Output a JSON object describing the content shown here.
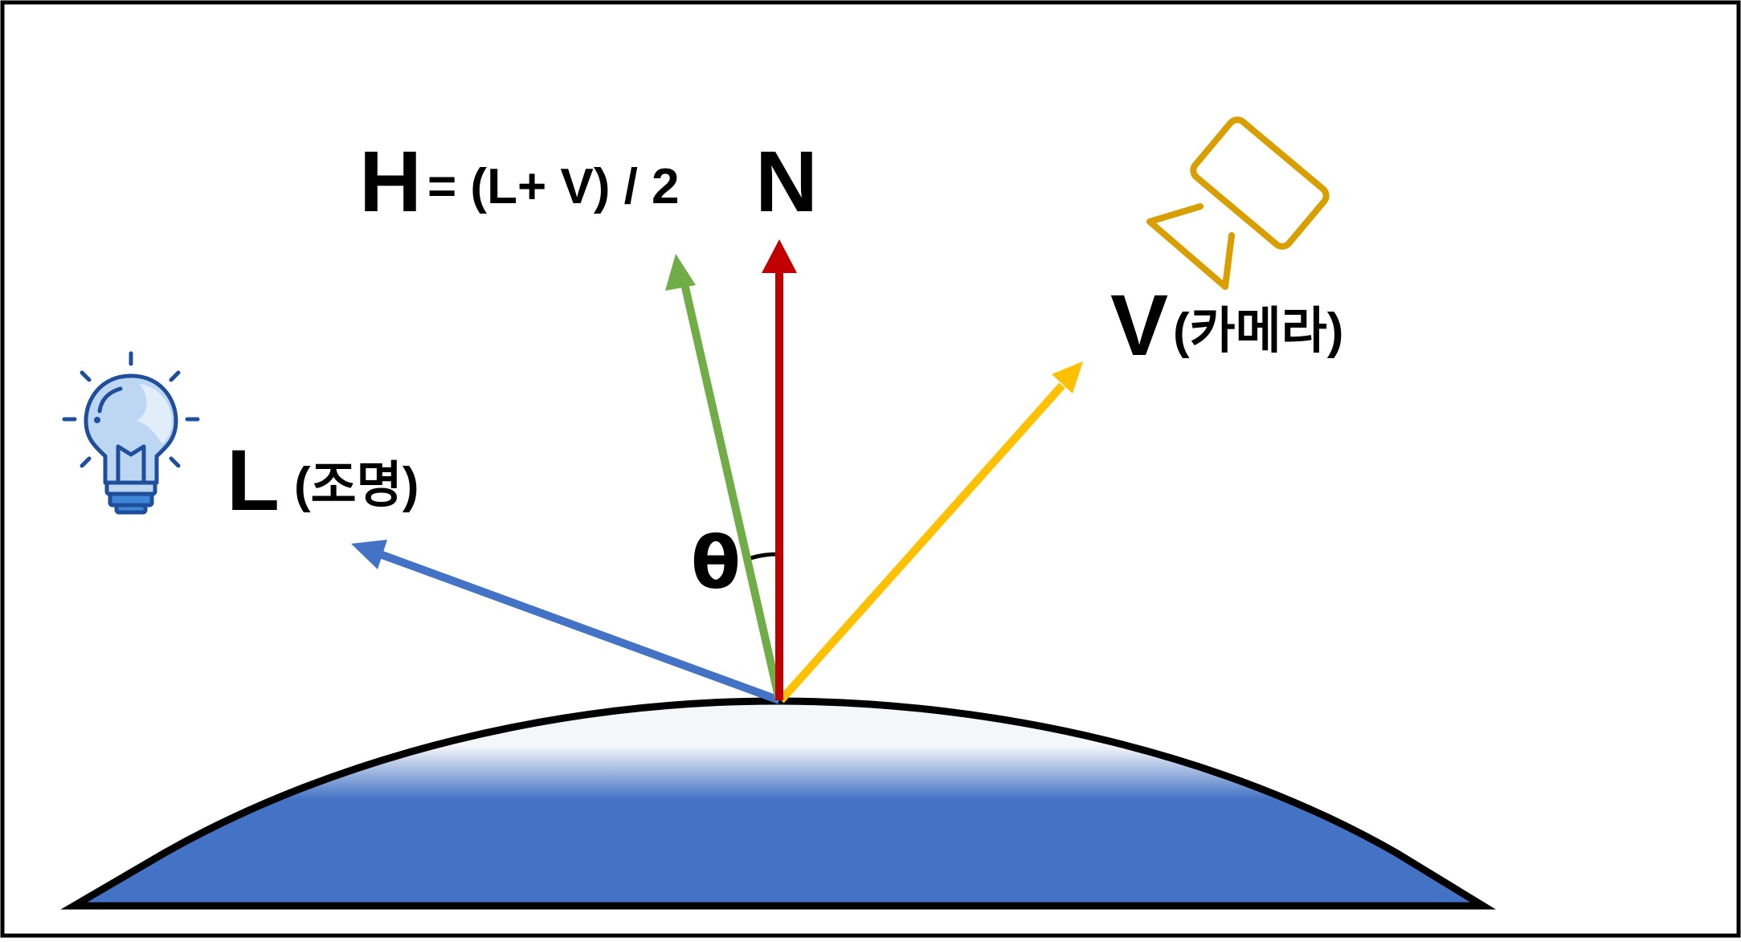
{
  "diagram": {
    "labels": {
      "h": "H",
      "h_formula": "= (L+ V) / 2",
      "n": "N",
      "v": "V",
      "v_note": "(카메라)",
      "l": "L",
      "l_note": "(조명)",
      "theta": "θ"
    },
    "vectors": {
      "light": {
        "symbol": "L",
        "color": "#4472C4"
      },
      "half": {
        "symbol": "H",
        "color": "#70AD47"
      },
      "normal": {
        "symbol": "N",
        "color": "#C00000"
      },
      "view": {
        "symbol": "V",
        "color": "#FFC000"
      }
    },
    "surface_colors": {
      "top": "#F4F6FA",
      "bottom": "#4472C4",
      "outline": "#000000"
    },
    "icons": [
      "light-bulb-icon",
      "camera-icon"
    ]
  }
}
